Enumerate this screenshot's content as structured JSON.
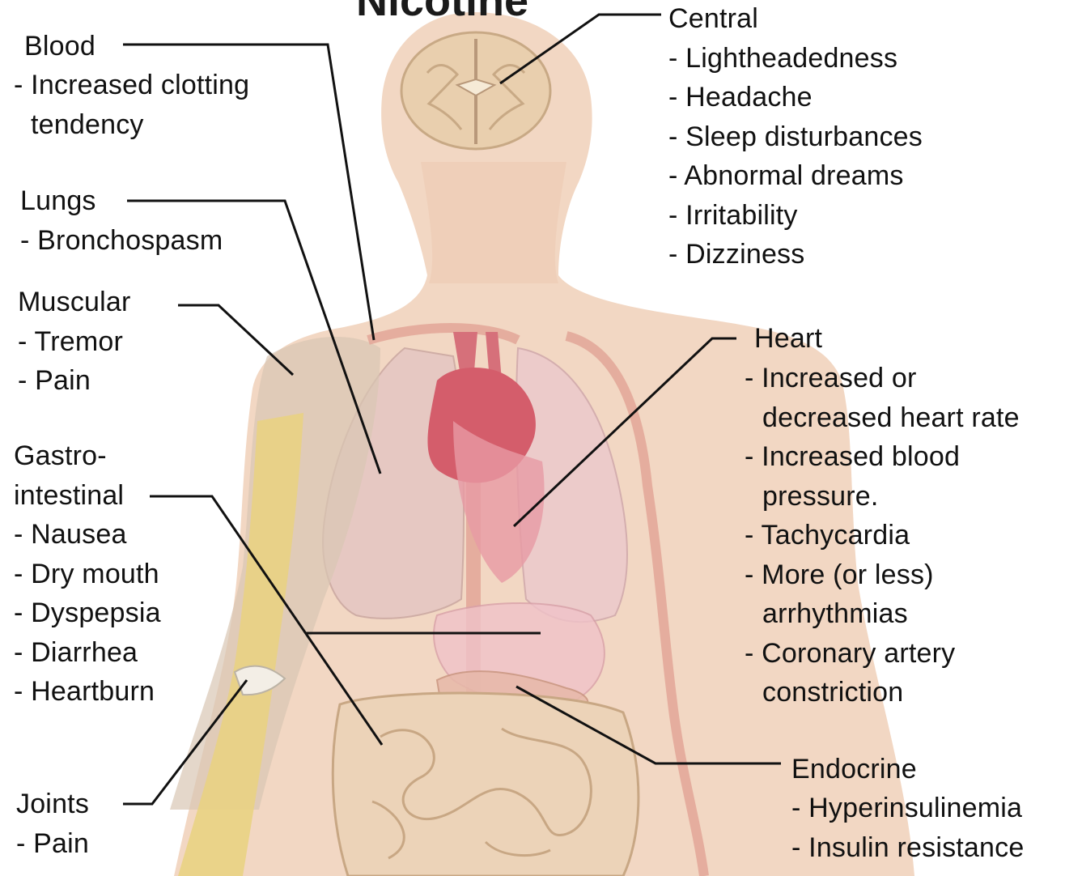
{
  "title": "Nicotine",
  "colors": {
    "skin": "#f2d7c3",
    "lung": "#e8c4c4",
    "heart": "#d56a74",
    "bone": "#e8d08a",
    "vessel": "#e8b0a0",
    "leader": "#111111"
  },
  "labels": {
    "central": {
      "heading": "Central",
      "items": [
        "- Lightheadedness",
        "- Headache",
        "- Sleep disturbances",
        "- Abnormal dreams",
        "- Irritability",
        "- Dizziness"
      ]
    },
    "blood": {
      "heading": "Blood",
      "items": [
        "- Increased clotting",
        "tendency"
      ]
    },
    "lungs": {
      "heading": "Lungs",
      "items": [
        "- Bronchospasm"
      ]
    },
    "muscular": {
      "heading": "Muscular",
      "items": [
        "- Tremor",
        "- Pain"
      ]
    },
    "heart": {
      "heading": "Heart",
      "items": [
        "- Increased or",
        "decreased heart rate",
        "- Increased blood",
        "pressure.",
        "- Tachycardia",
        "- More (or less)",
        "arrhythmias",
        "- Coronary artery",
        "constriction"
      ]
    },
    "gastro": {
      "heading_1": "Gastro-",
      "heading_2": "intestinal",
      "items": [
        "- Nausea",
        "- Dry mouth",
        "- Dyspepsia",
        "- Diarrhea",
        "- Heartburn"
      ]
    },
    "endocrine": {
      "heading": "Endocrine",
      "items": [
        "- Hyperinsulinemia",
        "- Insulin resistance"
      ]
    },
    "joints": {
      "heading": "Joints",
      "items": [
        "- Pain"
      ]
    }
  }
}
